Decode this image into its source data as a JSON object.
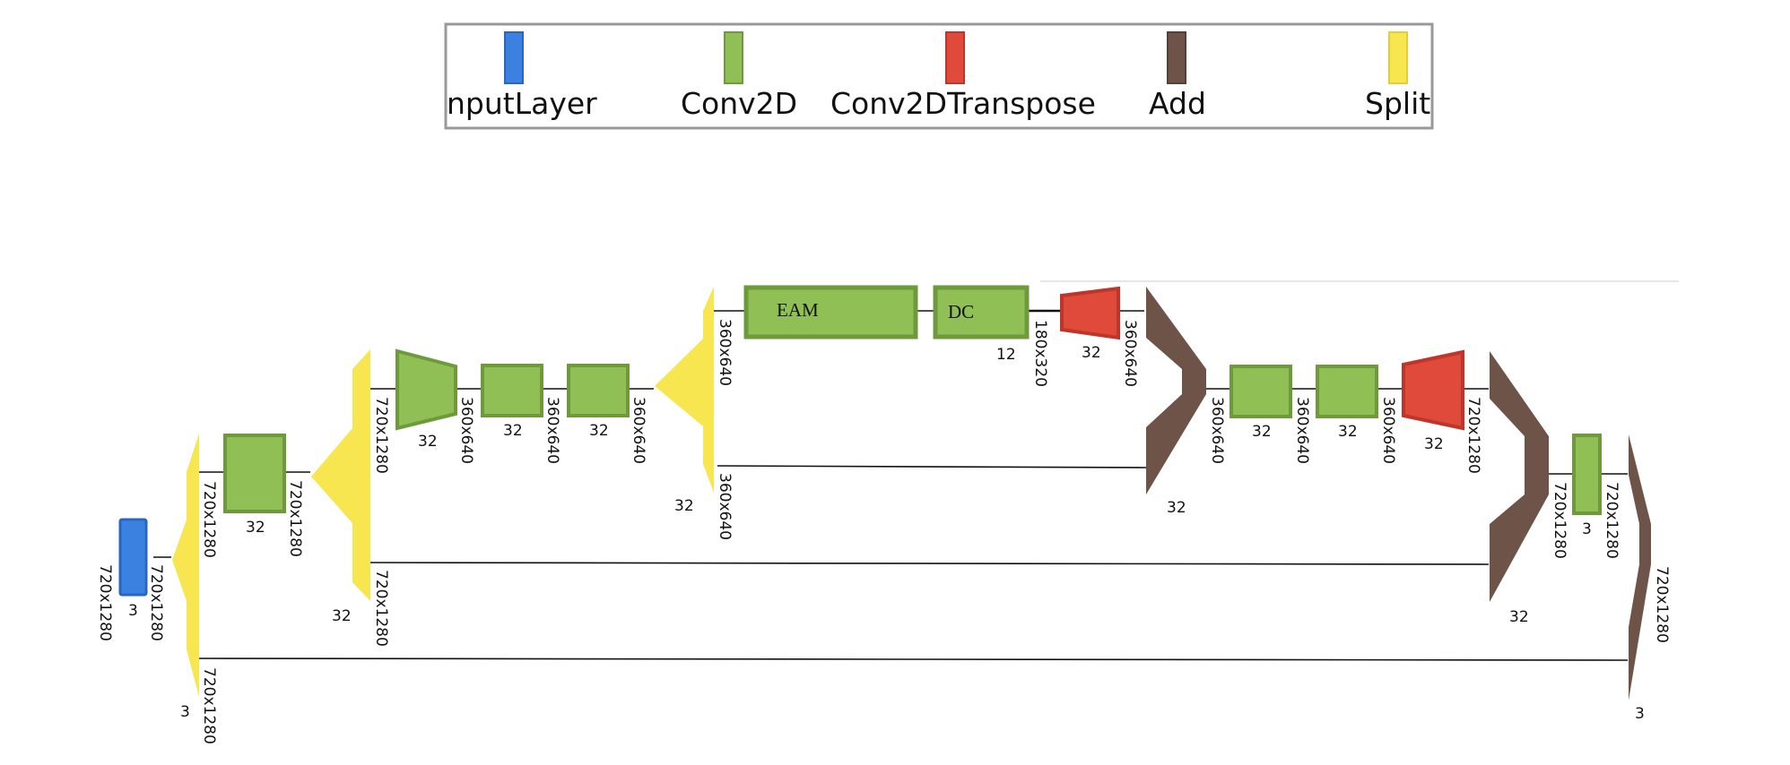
{
  "legend": {
    "items": [
      {
        "label": "nputLayer",
        "color": "#3b82e0"
      },
      {
        "label": "Conv2D",
        "color": "#8fbf55"
      },
      {
        "label": "Conv2DTranspose",
        "color": "#e04a3b"
      },
      {
        "label": "Add",
        "color": "#6e5448"
      },
      {
        "label": "Split",
        "color": "#f7e64f"
      }
    ]
  },
  "blocks": {
    "eam": "EAM",
    "dc": "DC"
  },
  "labels": {
    "input_dim": "720x1280",
    "input_ch": "3",
    "split1_dim_in": "720x1280",
    "split1_dim_out": "720x1280",
    "split1_ch": "3",
    "conv1_dim": "720x1280",
    "conv1_ch": "32",
    "split2_dim_in": "720x1280",
    "split2_dim_top": "720x1280",
    "split2_dim_bottom": "720x1280",
    "split2_ch": "32",
    "down1_ch": "32",
    "down1_dim": "360x640",
    "conv2_ch": "32",
    "conv2_dim": "360x640",
    "conv3_ch": "32",
    "conv3_dim": "360x640",
    "split3_dim_top": "360x640",
    "split3_dim_bottom": "360x640",
    "split3_ch": "32",
    "dc_ch": "12",
    "dc_dim": "180x320",
    "tconv1_ch": "32",
    "tconv1_dim": "360x640",
    "add1_dim": "360x640",
    "add1_ch": "32",
    "conv4_ch": "32",
    "conv4_dim": "360x640",
    "conv5_ch": "32",
    "conv5_dim": "360x640",
    "tconv2_ch": "32",
    "tconv2_dim": "720x1280",
    "add2_dim": "720x1280",
    "add2_ch": "32",
    "conv6_ch": "3",
    "conv6_dim": "720x1280",
    "add3_dim": "720x1280",
    "add3_ch": "3"
  }
}
